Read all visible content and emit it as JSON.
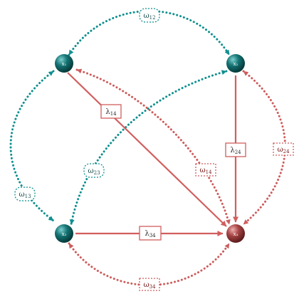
{
  "colors": {
    "teal": "#0f8f8f",
    "red": "#cd5c5c",
    "red_solid": "#d15e5e",
    "node_teal": "#0e5a5a",
    "node_red": "#9b3a3a"
  },
  "nodes": {
    "x1": "x₁",
    "x2": "x₂",
    "x3": "x₃",
    "x4": "x₄"
  },
  "edges": {
    "omega_12": {
      "base": "ω",
      "sub": "12"
    },
    "omega_13": {
      "base": "ω",
      "sub": "13"
    },
    "omega_23": {
      "base": "ω",
      "sub": "23"
    },
    "omega_14": {
      "base": "ω",
      "sub": "14"
    },
    "omega_24": {
      "base": "ω",
      "sub": "24"
    },
    "omega_34": {
      "base": "ω",
      "sub": "34"
    },
    "lambda_14": {
      "base": "λ",
      "sub": "14"
    },
    "lambda_24": {
      "base": "λ",
      "sub": "24"
    },
    "lambda_34": {
      "base": "λ",
      "sub": "34"
    }
  }
}
